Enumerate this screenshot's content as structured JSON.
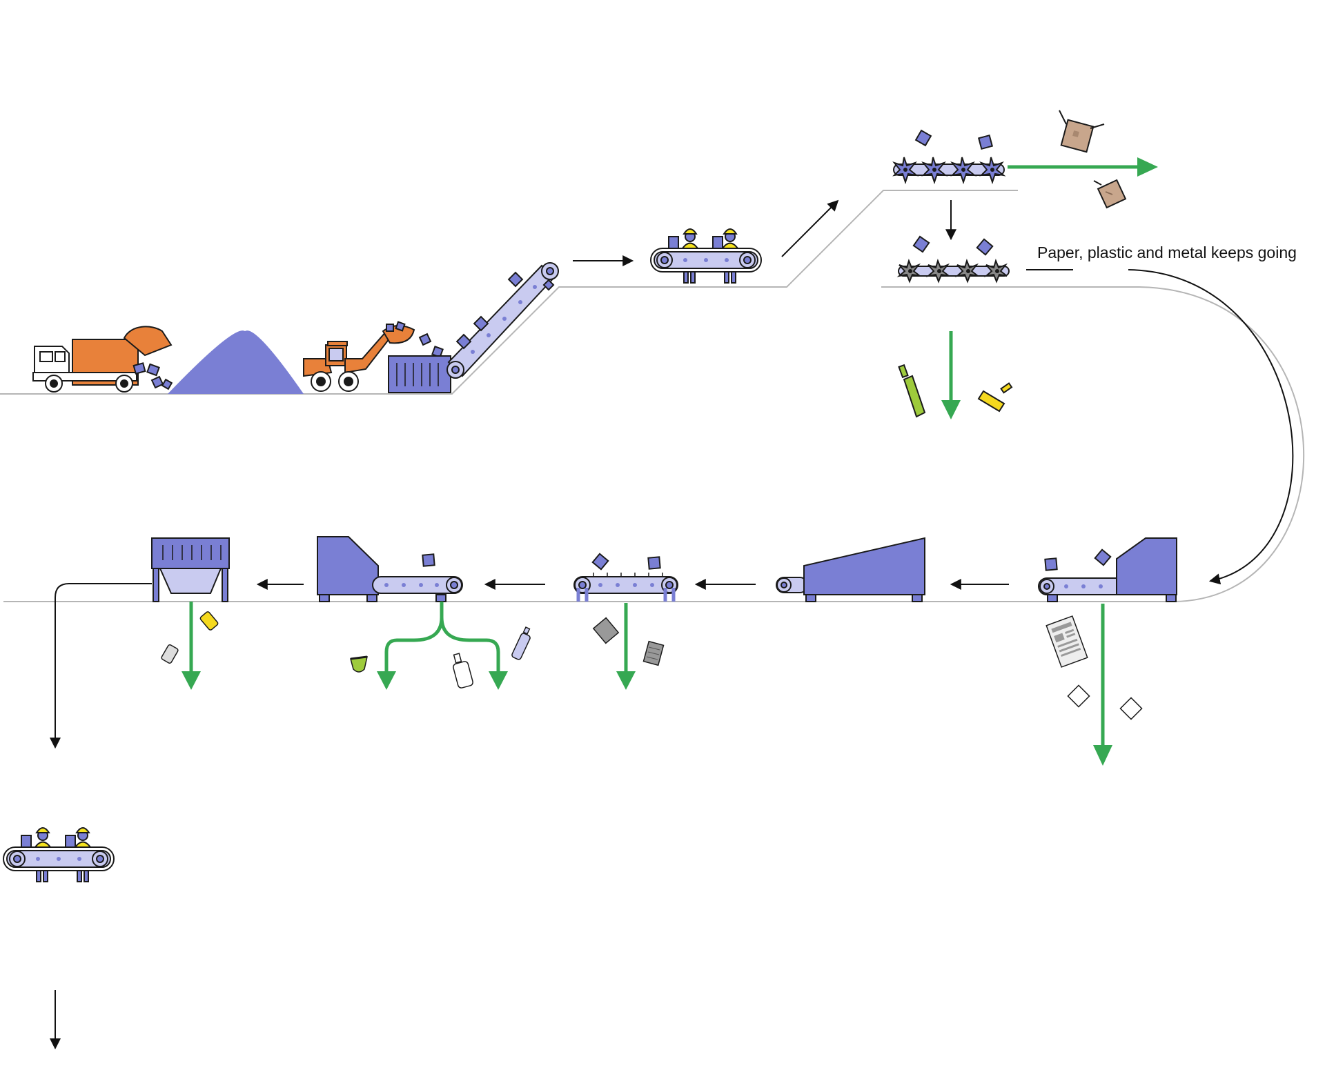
{
  "diagram": {
    "title": "",
    "curve_label": "Paper, plastic and metal keeps going"
  },
  "colors": {
    "machine": "#7a7fd4",
    "machine_light": "#c9cbf0",
    "outline": "#1a1a1a",
    "accent_green": "#36a852",
    "truck_orange": "#e8813a",
    "hard_hat": "#f5e31f",
    "cardboard": "#c8a68c",
    "ground_line": "#b5b5b5"
  },
  "steps": [
    {
      "id": "truck-unloading",
      "icon": "garbage-truck-icon"
    },
    {
      "id": "tipping-floor",
      "icon": "waste-pile-icon"
    },
    {
      "id": "loader",
      "icon": "front-loader-icon"
    },
    {
      "id": "infeed-hopper",
      "icon": "hopper-icon"
    },
    {
      "id": "incline-conveyor",
      "icon": "conveyor-icon"
    },
    {
      "id": "pre-sort",
      "icon": "workers-conveyor-icon"
    },
    {
      "id": "cardboard-screen",
      "icon": "star-screen-icon",
      "output_icon": "cardboard-box-icon"
    },
    {
      "id": "glass-breaker-screen",
      "icon": "star-screen-icon",
      "output_icon": "glass-bottle-icon"
    },
    {
      "id": "paper-screen",
      "icon": "ballistic-separator-icon",
      "output_icon": "newspaper-icon"
    },
    {
      "id": "paper-screen-2",
      "icon": "ramp-separator-icon"
    },
    {
      "id": "magnet",
      "icon": "magnet-conveyor-icon",
      "output_icon": "tin-can-icon"
    },
    {
      "id": "optical-sorter",
      "icon": "optical-sorter-icon",
      "output_icon": "plastic-bottle-icon"
    },
    {
      "id": "eddy-current",
      "icon": "eddy-current-icon",
      "output_icon": "aluminum-can-icon"
    },
    {
      "id": "quality-control",
      "icon": "workers-conveyor-icon"
    }
  ]
}
